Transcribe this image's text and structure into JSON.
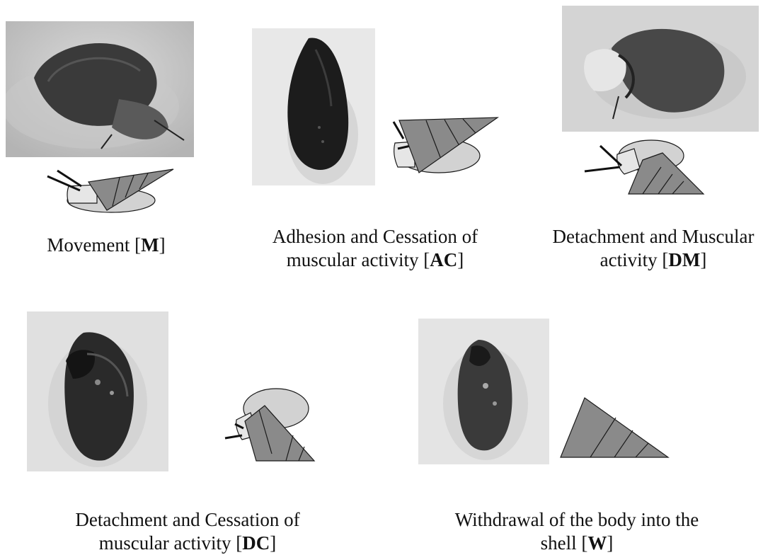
{
  "colors": {
    "shell_fill": "#8a8a8a",
    "foot_fill": "#d2d2d2",
    "head_fill": "#e6e6e6",
    "outline": "#1a1a1a"
  },
  "panels": {
    "m": {
      "line1_text": "Movement [",
      "line1_code": "M",
      "line1_end": "]"
    },
    "ac": {
      "line1": "Adhesion and Cessation of",
      "line2_text": "muscular activity [",
      "line2_code": "AC",
      "line2_end": "]"
    },
    "dm": {
      "line1": "Detachment and Muscular",
      "line2_text": "activity [",
      "line2_code": "DM",
      "line2_end": "]"
    },
    "dc": {
      "line1": "Detachment and Cessation of",
      "line2_text": "muscular activity [",
      "line2_code": "DC",
      "line2_end": "]"
    },
    "w": {
      "line1": "Withdrawal of the body into the",
      "line2_text": "shell [",
      "line2_code": "W",
      "line2_end": "]"
    }
  }
}
